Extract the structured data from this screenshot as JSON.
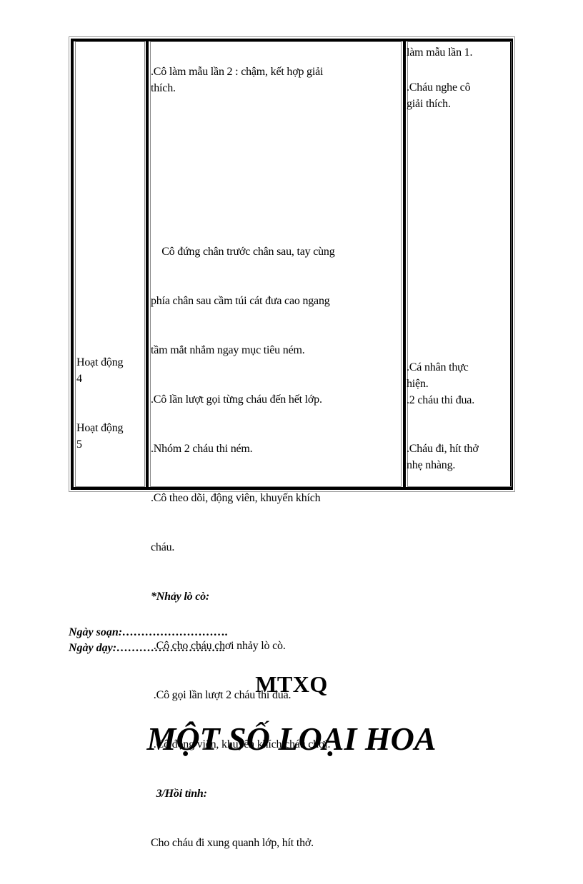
{
  "table": {
    "col1": {
      "activity_4": [
        "Hoạt động",
        "4"
      ],
      "activity_5": [
        "Hoạt động",
        "5"
      ]
    },
    "col2": {
      "demo_2": [
        ".Cô làm mẫu lần 2 : chậm, kết hợp giải",
        "thích."
      ],
      "throw_paragraph": [
        "    Cô đứng chân trước chân sau, tay cùng",
        "phía chân sau cầm túi cát đưa cao ngang",
        "tầm mắt nhắm ngay mục tiêu ném.",
        ".Cô lần lượt gọi từng cháu đến hết lớp.",
        ".Nhóm 2 cháu thi ném.",
        ".Cô theo dõi, động viên, khuyến khích",
        "cháu."
      ],
      "hop_heading": "*Nhảy lò cò:",
      "hop_items": [
        " .Cô cho cháu chơi nhảy lò cò.",
        " .Cô gọi lần lượt 2 cháu thi đua.",
        " .Cô động viên, khuyến khích cháu chơi."
      ],
      "cooldown_heading": "  3/Hồi tỉnh:",
      "cooldown_text": "Cho cháu đi xung quanh lớp, hít thở."
    },
    "col3": {
      "demo_1": "làm mẫu lần 1.",
      "listen": [
        ".Cháu nghe cô",
        "giải thích."
      ],
      "individual": [
        ".Cá nhân thực",
        "hiện."
      ],
      "pair": ".2 cháu thi đua.",
      "walk": [
        ".Cháu đi, hít thở",
        "nhẹ nhàng."
      ]
    }
  },
  "meta": {
    "prep_date": "Ngày soạn:……………………….",
    "teach_date": "Ngày dạy:……………………….."
  },
  "subject": "MTXQ",
  "title": "MỘT SỐ LOẠI HOA"
}
